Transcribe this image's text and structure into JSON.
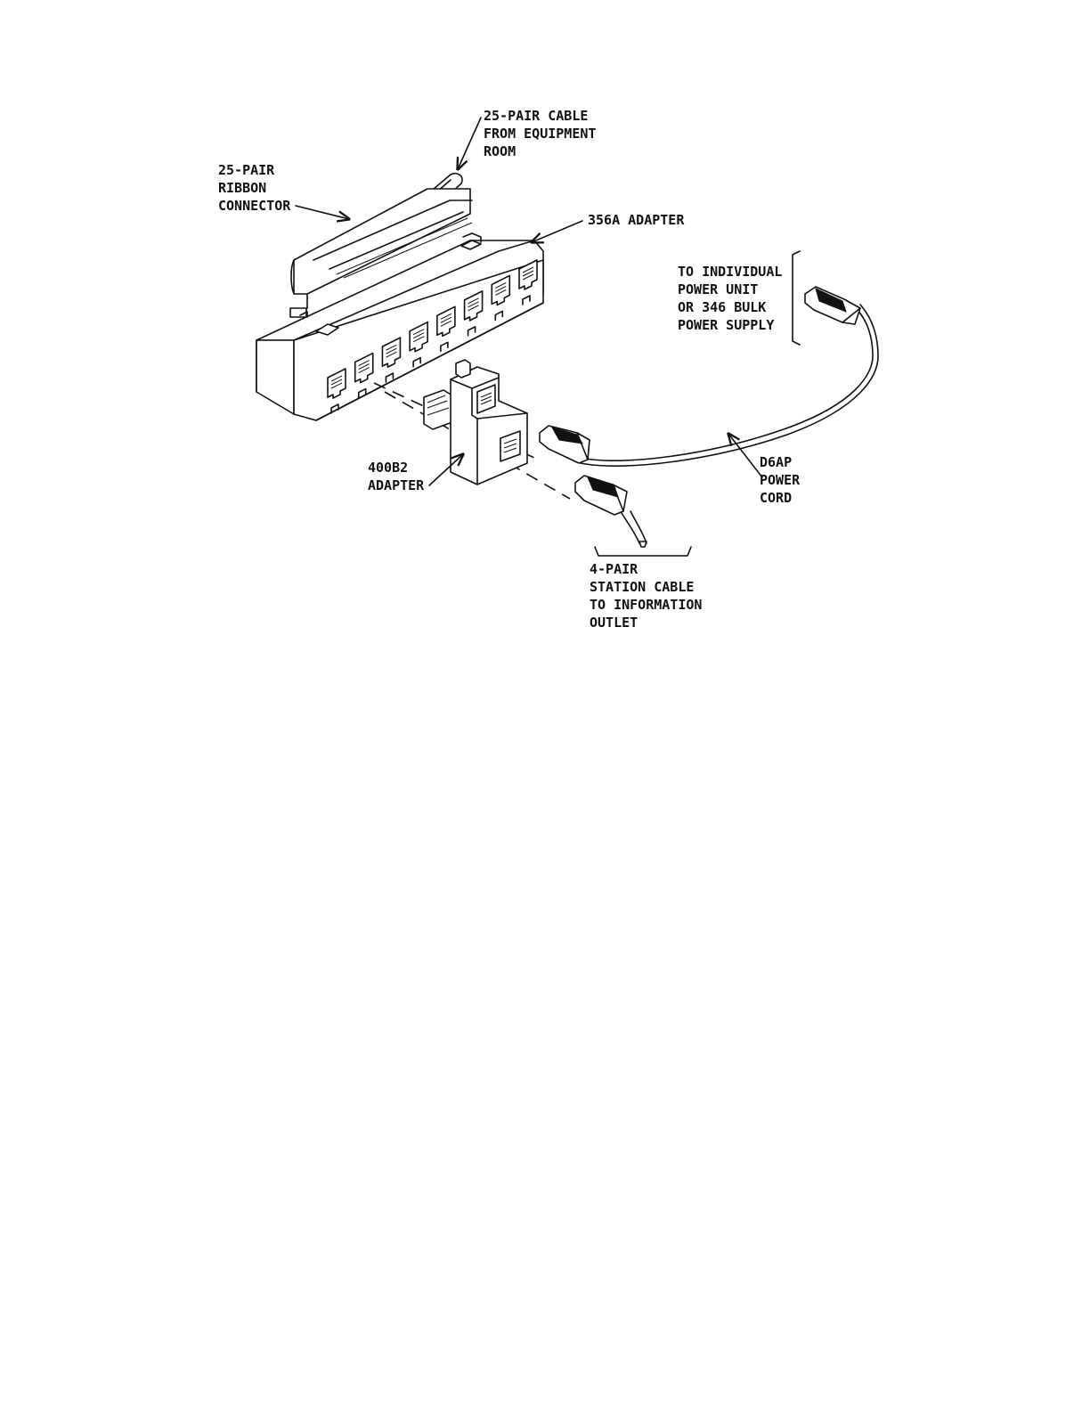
{
  "labels": {
    "cable_25pair": [
      "25-PAIR CABLE",
      "FROM EQUIPMENT",
      "ROOM"
    ],
    "ribbon_connector": [
      "25-PAIR",
      "RIBBON",
      "CONNECTOR"
    ],
    "adapter_356a": [
      "356A ADAPTER"
    ],
    "power_unit": [
      "TO INDIVIDUAL",
      "POWER UNIT",
      "OR 346 BULK",
      "POWER SUPPLY"
    ],
    "adapter_400b2": [
      "400B2",
      "ADAPTER"
    ],
    "power_cord": [
      "D6AP",
      "POWER",
      "CORD"
    ],
    "station_cable": [
      "4-PAIR",
      "STATION CABLE",
      "TO INFORMATION",
      "OUTLET"
    ]
  },
  "adapter_356a_jack_count": 8
}
